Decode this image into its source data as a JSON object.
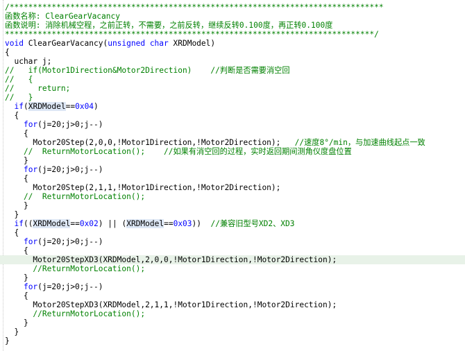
{
  "editor": {
    "current_line_color": "#e8f2e8",
    "keyword_color": "#0000ff",
    "comment_color": "#008000",
    "lines": [
      {
        "segments": [
          {
            "t": "cm",
            "v": "/********************************************************************************"
          }
        ]
      },
      {
        "segments": [
          {
            "t": "cm",
            "v": "函数名称: ClearGearVacancy"
          }
        ]
      },
      {
        "segments": [
          {
            "t": "cm",
            "v": "函数说明: 消除机械空程，之前正转，不需要，之前反转，继续反转0.100度，再正转0.100度"
          }
        ]
      },
      {
        "segments": [
          {
            "t": "cm",
            "v": "*******************************************************************************/"
          }
        ]
      },
      {
        "segments": [
          {
            "t": "kw",
            "v": "void"
          },
          {
            "t": "tx",
            "v": " ClearGearVacancy("
          },
          {
            "t": "kw",
            "v": "unsigned char"
          },
          {
            "t": "tx",
            "v": " XRDModel)"
          }
        ]
      },
      {
        "segments": [
          {
            "t": "tx",
            "v": "{"
          }
        ]
      },
      {
        "segments": [
          {
            "t": "tx",
            "v": "  uchar j;"
          }
        ]
      },
      {
        "segments": [
          {
            "t": "cm",
            "v": "//   if(Motor1Direction&Motor2Direction)    //判断是否需要消空回"
          }
        ]
      },
      {
        "segments": [
          {
            "t": "cm",
            "v": "//   {"
          }
        ]
      },
      {
        "segments": [
          {
            "t": "cm",
            "v": "//     return;"
          }
        ]
      },
      {
        "segments": [
          {
            "t": "cm",
            "v": "//   }"
          }
        ]
      },
      {
        "segments": [
          {
            "t": "tx",
            "v": "  "
          },
          {
            "t": "kw",
            "v": "if"
          },
          {
            "t": "tx",
            "v": "("
          },
          {
            "t": "sel",
            "v": "XRDModel"
          },
          {
            "t": "tx",
            "v": "=="
          },
          {
            "t": "kw",
            "v": "0x04"
          },
          {
            "t": "tx",
            "v": ")"
          }
        ]
      },
      {
        "segments": [
          {
            "t": "tx",
            "v": "  {"
          }
        ]
      },
      {
        "segments": [
          {
            "t": "tx",
            "v": "    "
          },
          {
            "t": "kw",
            "v": "for"
          },
          {
            "t": "tx",
            "v": "(j=20;j>0;j--)"
          }
        ]
      },
      {
        "segments": [
          {
            "t": "tx",
            "v": "    {"
          }
        ]
      },
      {
        "segments": [
          {
            "t": "tx",
            "v": "      Motor20Step(2,0,0,!Motor1Direction,!Motor2Direction);   "
          },
          {
            "t": "cm",
            "v": "//速度8°/min，与加速曲线起点一致"
          }
        ]
      },
      {
        "segments": [
          {
            "t": "cm",
            "v": "    //  ReturnMotorLocation();    //如果有消空回的过程，实时返回期间测角仪度盘位置"
          }
        ]
      },
      {
        "segments": [
          {
            "t": "tx",
            "v": "    }"
          }
        ]
      },
      {
        "segments": [
          {
            "t": "tx",
            "v": "    "
          },
          {
            "t": "kw",
            "v": "for"
          },
          {
            "t": "tx",
            "v": "(j=20;j>0;j--)"
          }
        ]
      },
      {
        "segments": [
          {
            "t": "tx",
            "v": "    {"
          }
        ]
      },
      {
        "segments": [
          {
            "t": "tx",
            "v": "      Motor20Step(2,1,1,!Motor1Direction,!Motor2Direction);"
          }
        ]
      },
      {
        "segments": [
          {
            "t": "cm",
            "v": "    //  ReturnMotorLocation();"
          }
        ]
      },
      {
        "segments": [
          {
            "t": "tx",
            "v": "    }"
          }
        ]
      },
      {
        "segments": [
          {
            "t": "tx",
            "v": "  }"
          }
        ]
      },
      {
        "segments": [
          {
            "t": "tx",
            "v": "  "
          },
          {
            "t": "kw",
            "v": "if"
          },
          {
            "t": "tx",
            "v": "(("
          },
          {
            "t": "sel",
            "v": "XRDModel"
          },
          {
            "t": "tx",
            "v": "=="
          },
          {
            "t": "kw",
            "v": "0x02"
          },
          {
            "t": "tx",
            "v": ") || ("
          },
          {
            "t": "sel",
            "v": "XRDModel"
          },
          {
            "t": "tx",
            "v": "=="
          },
          {
            "t": "kw",
            "v": "0x03"
          },
          {
            "t": "tx",
            "v": "))  "
          },
          {
            "t": "cm",
            "v": "//兼容旧型号XD2、XD3"
          }
        ]
      },
      {
        "segments": [
          {
            "t": "tx",
            "v": "  {"
          }
        ]
      },
      {
        "segments": [
          {
            "t": "tx",
            "v": "    "
          },
          {
            "t": "kw",
            "v": "for"
          },
          {
            "t": "tx",
            "v": "(j=20;j>0;j--)"
          }
        ]
      },
      {
        "segments": [
          {
            "t": "tx",
            "v": "    {"
          }
        ]
      },
      {
        "segments": [
          {
            "t": "tx",
            "v": "      Motor20StepXD3(XRDModel,2,0,0,!Motor1Direction,!Motor2Direction);"
          }
        ],
        "current": true
      },
      {
        "segments": [
          {
            "t": "cm",
            "v": "      //ReturnMotorLocation();"
          }
        ]
      },
      {
        "segments": [
          {
            "t": "tx",
            "v": "    }"
          }
        ]
      },
      {
        "segments": [
          {
            "t": "tx",
            "v": "    "
          },
          {
            "t": "kw",
            "v": "for"
          },
          {
            "t": "tx",
            "v": "(j=20;j>0;j--)"
          }
        ]
      },
      {
        "segments": [
          {
            "t": "tx",
            "v": "    {"
          }
        ]
      },
      {
        "segments": [
          {
            "t": "tx",
            "v": "      Motor20StepXD3(XRDModel,2,1,1,!Motor1Direction,!Motor2Direction);"
          }
        ]
      },
      {
        "segments": [
          {
            "t": "cm",
            "v": "      //ReturnMotorLocation();"
          }
        ]
      },
      {
        "segments": [
          {
            "t": "tx",
            "v": "    }"
          }
        ]
      },
      {
        "segments": [
          {
            "t": "tx",
            "v": "  }"
          }
        ]
      },
      {
        "segments": [
          {
            "t": "tx",
            "v": "}"
          }
        ]
      }
    ]
  }
}
